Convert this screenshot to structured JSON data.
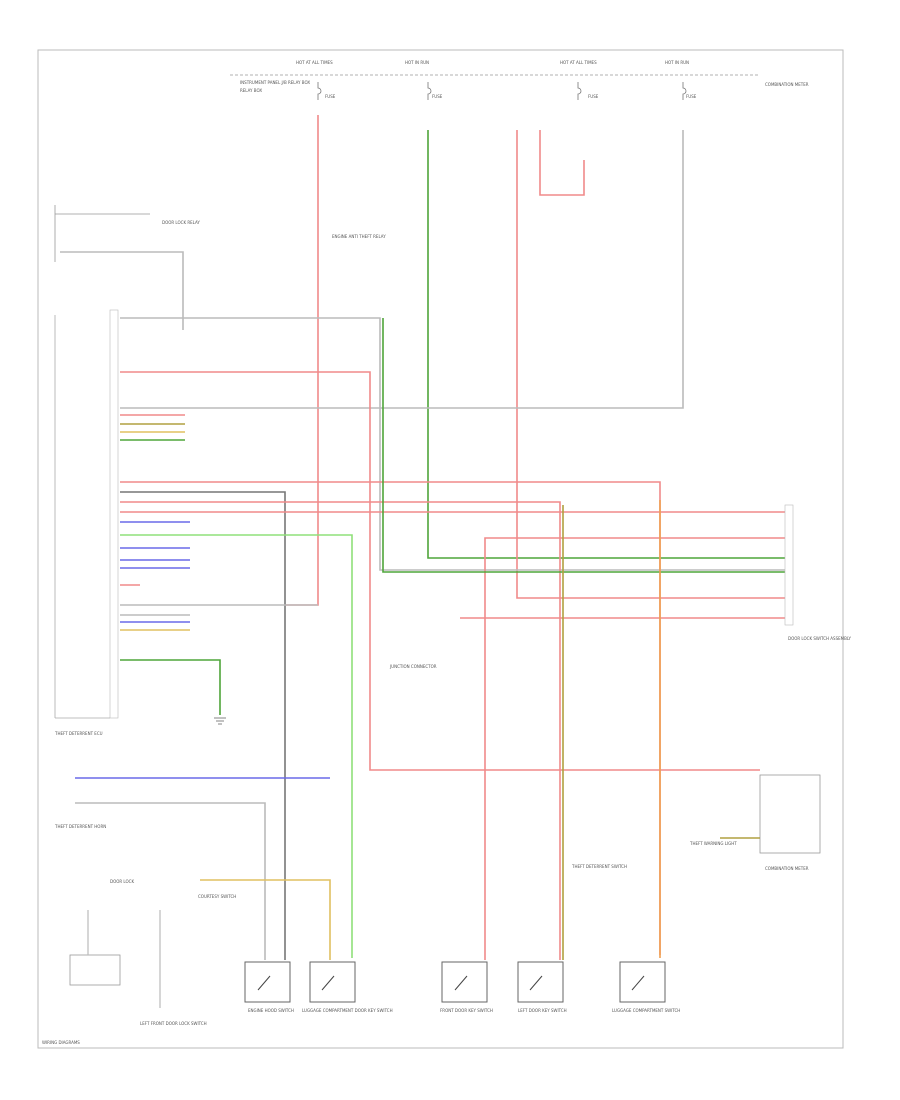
{
  "texts": {
    "top_left_header": "HOT AT ALL TIMES",
    "top_mid_header": "HOT IN RUN",
    "top_right_header": "HOT AT ALL TIMES",
    "top_far_header": "HOT IN RUN",
    "fuse_panel_left": "INSTRUMENT PANEL J/B RELAY BOX",
    "fuse_sub_left": "RELAY BOX",
    "fuse_small": "FUSE",
    "engine_relay": "ENGINE ANTI THEFT RELAY",
    "door_lock_relay": "DOOR LOCK RELAY",
    "theft_switch": "THEFT DETERRENT SWITCH",
    "bottom_left_code": "DOOR LOCK",
    "footer": "WIRING DIAGRAMS",
    "module_label": "THEFT DETERRENT ECU",
    "sensor_label": "THEFT DETERRENT HORN",
    "lower_relay": "COURTESY SWITCH",
    "right_box_label": "COMBINATION METER",
    "right_caption": "DOOR LOCK SWITCH ASSEMBLY",
    "mid_splice": "JUNCTION CONNECTOR",
    "hood_caption": "THEFT WARNING LIGHT",
    "sw1": "ENGINE HOOD SWITCH",
    "sw2": "LUGGAGE COMPARTMENT DOOR KEY SWITCH",
    "sw3": "FRONT DOOR KEY SWITCH",
    "sw4": "LEFT DOOR KEY SWITCH",
    "sw5": "LUGGAGE COMPARTMENT SWITCH",
    "door_sensor": "LEFT FRONT DOOR LOCK SWITCH"
  },
  "colors": {
    "red": "#f08a8a",
    "green": "#4fa53a",
    "green_light": "#8fe07a",
    "blue": "#6a6ae8",
    "gray": "#9a9a9a",
    "orange": "#f0a050",
    "olive": "#b0a040",
    "yellow": "#e0c060",
    "dark": "#444444"
  }
}
